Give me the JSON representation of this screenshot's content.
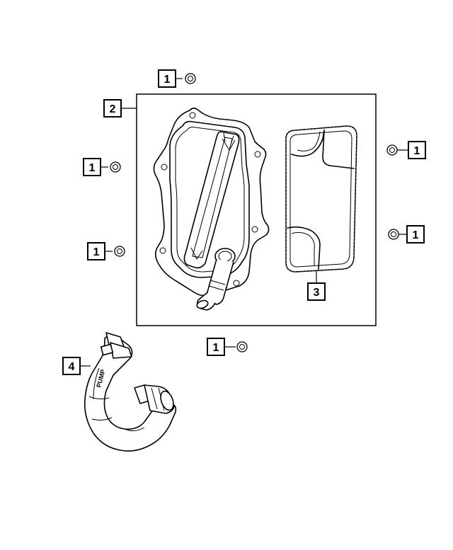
{
  "callouts": {
    "nut_top": "1",
    "housing": "2",
    "nut_left_upper": "1",
    "nut_right_upper": "1",
    "nut_right_lower": "1",
    "nut_left_lower": "1",
    "gasket": "3",
    "nut_bottom": "1",
    "hose": "4"
  },
  "hose_marking": "PUMP"
}
